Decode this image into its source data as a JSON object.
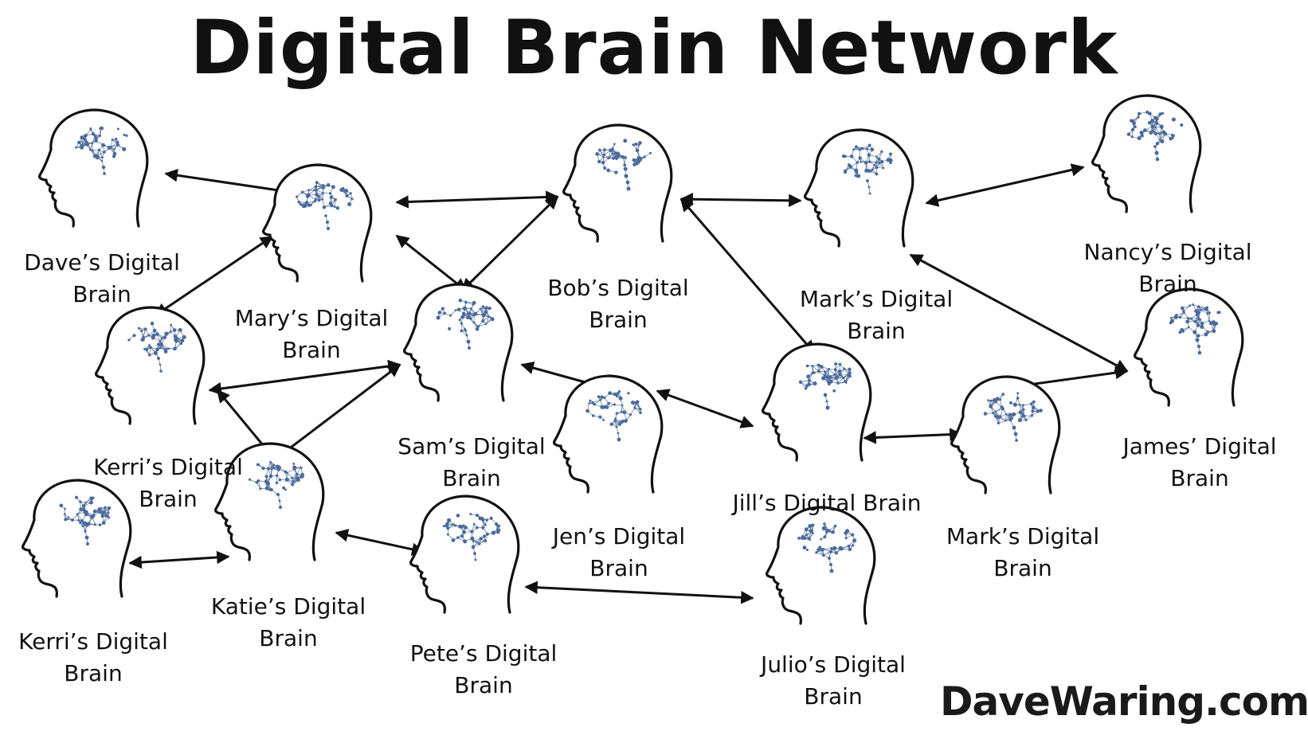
{
  "title": "Digital Brain Network",
  "brand": "DaveWaring.com",
  "colors": {
    "stroke": "#111111",
    "dots": "#4a6a9a",
    "links": "#6f86aa"
  },
  "nodes": [
    {
      "id": "dave",
      "line1": "Dave’s Digital",
      "line2": "Brain"
    },
    {
      "id": "mary",
      "line1": "Mary’s Digital",
      "line2": "Brain"
    },
    {
      "id": "bob",
      "line1": "Bob’s Digital",
      "line2": "Brain"
    },
    {
      "id": "mark1",
      "line1": "Mark’s Digital",
      "line2": "Brain"
    },
    {
      "id": "nancy",
      "line1": "Nancy’s Digital",
      "line2": "Brain"
    },
    {
      "id": "kerri1",
      "line1": "Kerri’s Digital",
      "line2": "Brain"
    },
    {
      "id": "sam",
      "line1": "Sam’s Digital",
      "line2": "Brain"
    },
    {
      "id": "jen",
      "line1": "Jen’s Digital",
      "line2": "Brain"
    },
    {
      "id": "jill",
      "line1": "Jill’s Digital Brain",
      "line2": ""
    },
    {
      "id": "mark2",
      "line1": "Mark’s Digital",
      "line2": "Brain"
    },
    {
      "id": "james",
      "line1": "James’ Digital",
      "line2": "Brain"
    },
    {
      "id": "katie",
      "line1": "Katie’s Digital",
      "line2": "Brain"
    },
    {
      "id": "kerri2",
      "line1": "Kerri’s Digital",
      "line2": "Brain"
    },
    {
      "id": "pete",
      "line1": "Pete’s Digital",
      "line2": "Brain"
    },
    {
      "id": "julio",
      "line1": "Julio’s Digital",
      "line2": "Brain"
    }
  ],
  "edges": [
    [
      "dave",
      "mary"
    ],
    [
      "mary",
      "bob"
    ],
    [
      "mary",
      "sam"
    ],
    [
      "bob",
      "sam"
    ],
    [
      "mary",
      "kerri1"
    ],
    [
      "bob",
      "mark1"
    ],
    [
      "bob",
      "jill"
    ],
    [
      "mark1",
      "nancy"
    ],
    [
      "mark1",
      "james"
    ],
    [
      "james",
      "mark2"
    ],
    [
      "kerri1",
      "sam"
    ],
    [
      "kerri1",
      "katie"
    ],
    [
      "sam",
      "katie"
    ],
    [
      "sam",
      "jen"
    ],
    [
      "jen",
      "jill"
    ],
    [
      "jill",
      "mark2"
    ],
    [
      "kerri2",
      "katie"
    ],
    [
      "katie",
      "pete"
    ],
    [
      "pete",
      "julio"
    ]
  ]
}
